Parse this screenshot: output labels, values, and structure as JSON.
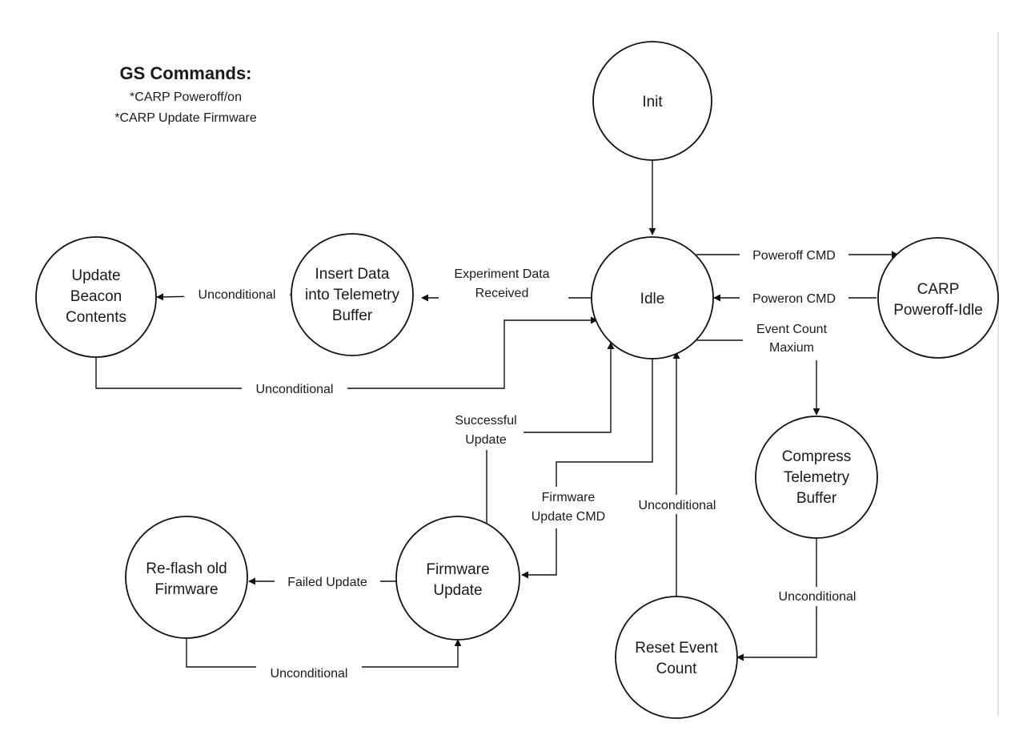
{
  "legend": {
    "title": "GS Commands:",
    "items": [
      "*CARP Poweroff/on",
      "*CARP Update Firmware"
    ]
  },
  "states": {
    "init": [
      "Init"
    ],
    "idle": [
      "Idle"
    ],
    "carp": [
      "CARP",
      "Poweroff-Idle"
    ],
    "insert": [
      "Insert Data",
      "into Telemetry",
      "Buffer"
    ],
    "beacon": [
      "Update",
      "Beacon",
      "Contents"
    ],
    "compress": [
      "Compress",
      "Telemetry",
      "Buffer"
    ],
    "firmware": [
      "Firmware",
      "Update"
    ],
    "reflash": [
      "Re-flash old",
      "Firmware"
    ],
    "reset": [
      "Reset Event",
      "Count"
    ]
  },
  "transitions": {
    "poweroff": [
      "Poweroff CMD"
    ],
    "poweron": [
      "Poweron CMD"
    ],
    "experiment": [
      "Experiment Data",
      "Received"
    ],
    "insert_beacon": [
      "Unconditional"
    ],
    "beacon_idle": [
      "Unconditional"
    ],
    "event_count": [
      "Event Count",
      "Maxium"
    ],
    "successful": [
      "Successful",
      "Update"
    ],
    "fw_cmd": [
      "Firmware",
      "Update CMD"
    ],
    "failed": [
      "Failed Update"
    ],
    "reflash_fw": [
      "Unconditional"
    ],
    "reset_idle": [
      "Unconditional"
    ],
    "compress_reset": [
      "Unconditional"
    ]
  },
  "colors": {
    "stroke": "#111111",
    "fill": "#ffffff",
    "text": "#1a1a1a"
  }
}
